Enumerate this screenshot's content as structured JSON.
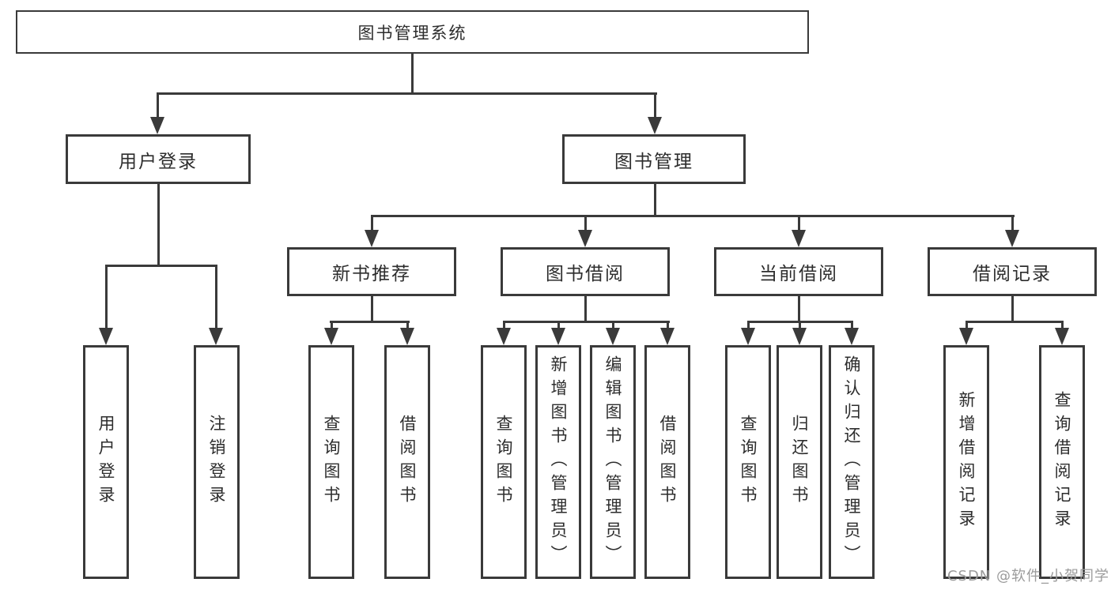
{
  "tree": {
    "root": {
      "label": "图书管理系统"
    },
    "children": [
      {
        "label": "用户登录",
        "children": [
          {
            "label": "用户登录"
          },
          {
            "label": "注销登录"
          }
        ]
      },
      {
        "label": "图书管理",
        "children": [
          {
            "label": "新书推荐",
            "children": [
              {
                "label": "查询图书"
              },
              {
                "label": "借阅图书"
              }
            ]
          },
          {
            "label": "图书借阅",
            "children": [
              {
                "label": "查询图书"
              },
              {
                "label": "新增图书（管理员）"
              },
              {
                "label": "编辑图书（管理员）"
              },
              {
                "label": "借阅图书"
              }
            ]
          },
          {
            "label": "当前借阅",
            "children": [
              {
                "label": "查询图书"
              },
              {
                "label": "归还图书"
              },
              {
                "label": "确认归还（管理员）"
              }
            ]
          },
          {
            "label": "借阅记录",
            "children": [
              {
                "label": "新增借阅记录"
              },
              {
                "label": "查询借阅记录"
              }
            ]
          }
        ]
      }
    ]
  },
  "watermark": {
    "text": "CSDN @软件_小贺同学"
  },
  "colors": {
    "line": "#3a3a3a",
    "box_border": "#3a3a3a",
    "text": "#2d2d2d",
    "watermark": "#9b9b9b",
    "background": "#ffffff"
  }
}
